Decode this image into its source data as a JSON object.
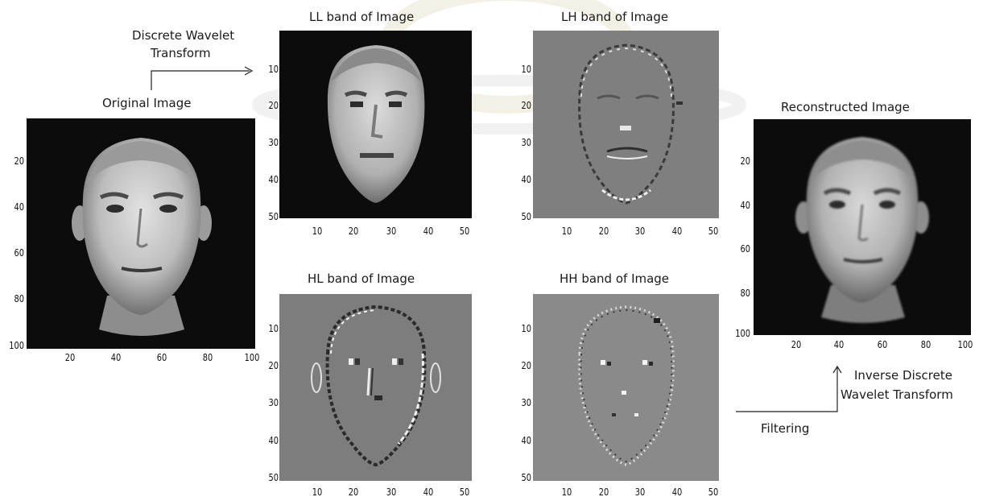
{
  "labels": {
    "dwt_line1": "Discrete Wavelet",
    "dwt_line2": "Transform",
    "filtering": "Filtering",
    "idwt_line1": "Inverse Discrete",
    "idwt_line2": "Wavelet Transform"
  },
  "panels": {
    "original": {
      "title": "Original Image",
      "x_ticks": [
        "20",
        "40",
        "60",
        "80",
        "100"
      ],
      "y_ticks": [
        "20",
        "40",
        "60",
        "80",
        "100"
      ]
    },
    "ll": {
      "title": "LL band of  Image",
      "x_ticks": [
        "10",
        "20",
        "30",
        "40",
        "50"
      ],
      "y_ticks": [
        "10",
        "20",
        "30",
        "40",
        "50"
      ]
    },
    "lh": {
      "title": "LH band of  Image",
      "x_ticks": [
        "10",
        "20",
        "30",
        "40",
        "50"
      ],
      "y_ticks": [
        "10",
        "20",
        "30",
        "40",
        "50"
      ]
    },
    "hl": {
      "title": "HL band of  Image",
      "x_ticks": [
        "10",
        "20",
        "30",
        "40",
        "50"
      ],
      "y_ticks": [
        "10",
        "20",
        "30",
        "40",
        "50"
      ]
    },
    "hh": {
      "title": "HH band of  Image",
      "x_ticks": [
        "10",
        "20",
        "30",
        "40",
        "50"
      ],
      "y_ticks": [
        "10",
        "20",
        "30",
        "40",
        "50"
      ]
    },
    "reconstructed": {
      "title": "Reconstructed Image",
      "x_ticks": [
        "20",
        "40",
        "60",
        "80",
        "100"
      ],
      "y_ticks": [
        "20",
        "40",
        "60",
        "80",
        "100"
      ]
    }
  },
  "colors": {
    "background": "#ffffff",
    "dark_image_bg": "#0c0c0c",
    "band_gray": "#7d7d7d",
    "skin_light": "#d2d2d2",
    "edge_light": "#f2f2f2",
    "edge_dark": "#2a2a2a",
    "arrow": "#222222"
  }
}
